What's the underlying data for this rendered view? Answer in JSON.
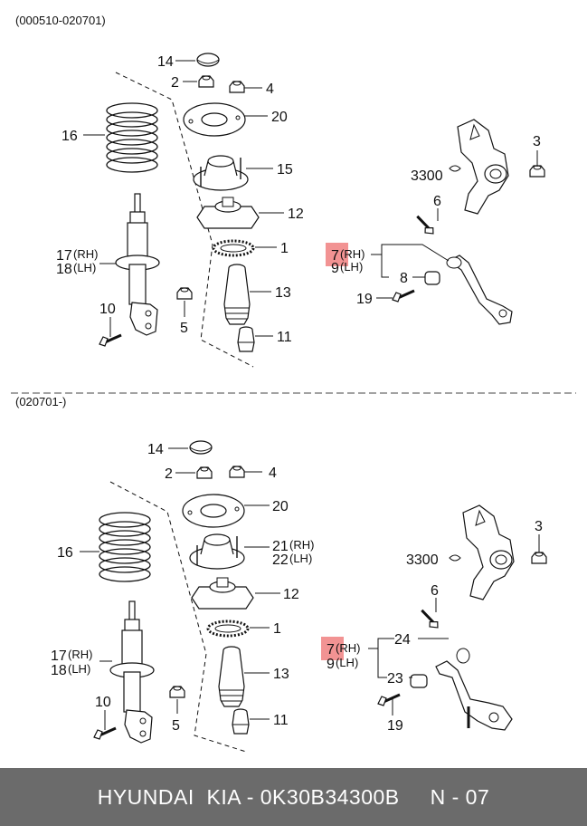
{
  "header_top": "(000510-020701)",
  "header_bottom": "(020701-)",
  "top_labels": {
    "p14": "14",
    "p2": "2",
    "p4": "4",
    "p20": "20",
    "p16": "16",
    "p15": "15",
    "p12": "12",
    "p1": "1",
    "p17": "17",
    "rh17": "(RH)",
    "p18": "18",
    "lh18": "(LH)",
    "p13": "13",
    "p10": "10",
    "p5": "5",
    "p11": "11",
    "p3": "3",
    "p3300": "3300",
    "p6": "6",
    "p7": "7",
    "rh7": "(RH)",
    "p9": "9",
    "lh9": "(LH)",
    "p8": "8",
    "p19": "19"
  },
  "bottom_labels": {
    "p14": "14",
    "p2": "2",
    "p4": "4",
    "p20": "20",
    "p16": "16",
    "p21": "21",
    "rh21": "(RH)",
    "p22": "22",
    "lh22": "(LH)",
    "p12": "12",
    "p1": "1",
    "p17": "17",
    "rh17": "(RH)",
    "p18": "18",
    "lh18": "(LH)",
    "p13": "13",
    "p10": "10",
    "p5": "5",
    "p11": "11",
    "p3": "3",
    "p3300": "3300",
    "p6": "6",
    "p7": "7",
    "rh7": "(RH)",
    "p9": "9",
    "lh9": "(LH)",
    "p24": "24",
    "p23": "23",
    "p19": "19"
  },
  "footer": {
    "part_line": "HYUNDAI  KIA - 0K30B34300B",
    "page_code": "N - 07"
  },
  "colors": {
    "highlight": "#f08080",
    "footer_bg": "#6b6b6b",
    "footer_text": "#ffffff"
  }
}
